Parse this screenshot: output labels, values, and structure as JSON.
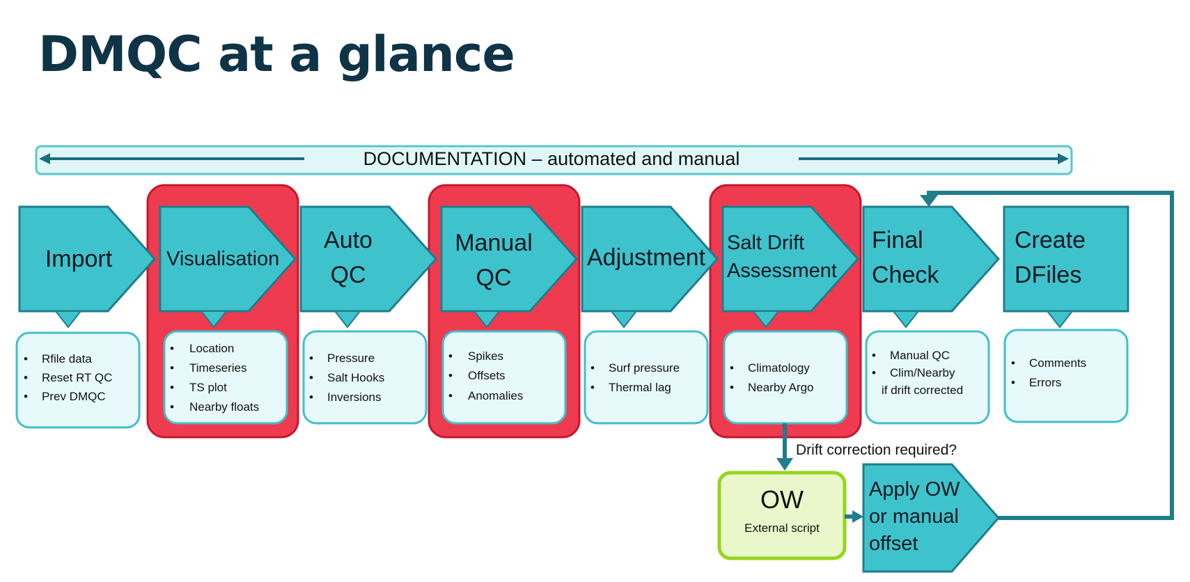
{
  "title": "DMQC at a glance",
  "documentation_label": "DOCUMENTATION  – automated and manual",
  "stages": [
    {
      "lines": [
        "Import"
      ],
      "details": [
        "Rfile data",
        "Reset RT QC",
        "Prev DMQC"
      ]
    },
    {
      "lines": [
        "Visualisation"
      ],
      "details": [
        "Location",
        "Timeseries",
        "TS plot",
        "Nearby floats"
      ]
    },
    {
      "lines": [
        "Auto",
        "QC"
      ],
      "details": [
        "Pressure",
        "Salt Hooks",
        "Inversions"
      ]
    },
    {
      "lines": [
        "Manual",
        "QC"
      ],
      "details": [
        "Spikes",
        "Offsets",
        "Anomalies"
      ]
    },
    {
      "lines": [
        "Adjustment"
      ],
      "details": [
        "Surf pressure",
        "Thermal lag"
      ]
    },
    {
      "lines": [
        "Salt Drift",
        "Assessment"
      ],
      "details": [
        "Climatology",
        "Nearby Argo"
      ]
    },
    {
      "lines": [
        "Final",
        "Check"
      ],
      "details": [
        "Manual QC",
        "Clim/Nearby",
        "if drift corrected"
      ]
    },
    {
      "lines": [
        "Create",
        "DFiles"
      ],
      "details": [
        "Comments",
        "Errors"
      ]
    }
  ],
  "drift_question": "Drift correction required?",
  "ow": {
    "title": "OW",
    "subtitle": "External script"
  },
  "apply_ow": {
    "lines": [
      "Apply OW",
      "or manual",
      "offset"
    ]
  },
  "colors": {
    "title": "#0f3447",
    "stage_fill": "#3ec3cd",
    "stage_border": "#1f7d8c",
    "highlight": "#ee3b4f",
    "detail_fill": "#e7f9fb",
    "ow_border": "#95d51d"
  }
}
